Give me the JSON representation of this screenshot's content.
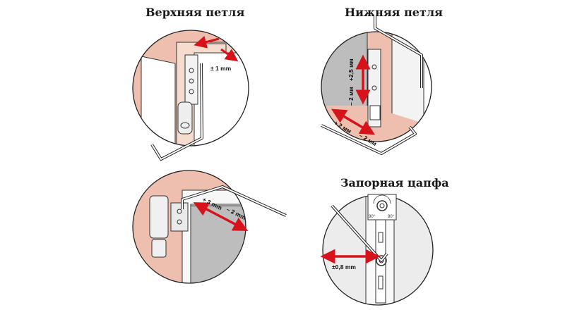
{
  "titles": {
    "top_hinge": "Верхняя петля",
    "bottom_hinge": "Нижняя петля",
    "locking_pin": "Запорная цапфа"
  },
  "labels": {
    "top_hinge_adjust": "± 1 mm",
    "bottom_up": "+2,5 мм",
    "bottom_down": "– 2 мм",
    "bottom_plus": "+ 2 мм",
    "bottom_minus": "– 2 мм",
    "side_plus": "+ 3 mm",
    "side_minus": "– 2 mm",
    "pin_adjust": "±0,8 mm",
    "pin_angle_left": "90°",
    "pin_angle_right": "90°"
  },
  "colors": {
    "frame_pink": "#eebfae",
    "arrow_red": "#d8121b",
    "line_dark": "#222222",
    "gray_panel": "#b9b9b9",
    "light_gray": "#e6e6e6"
  }
}
